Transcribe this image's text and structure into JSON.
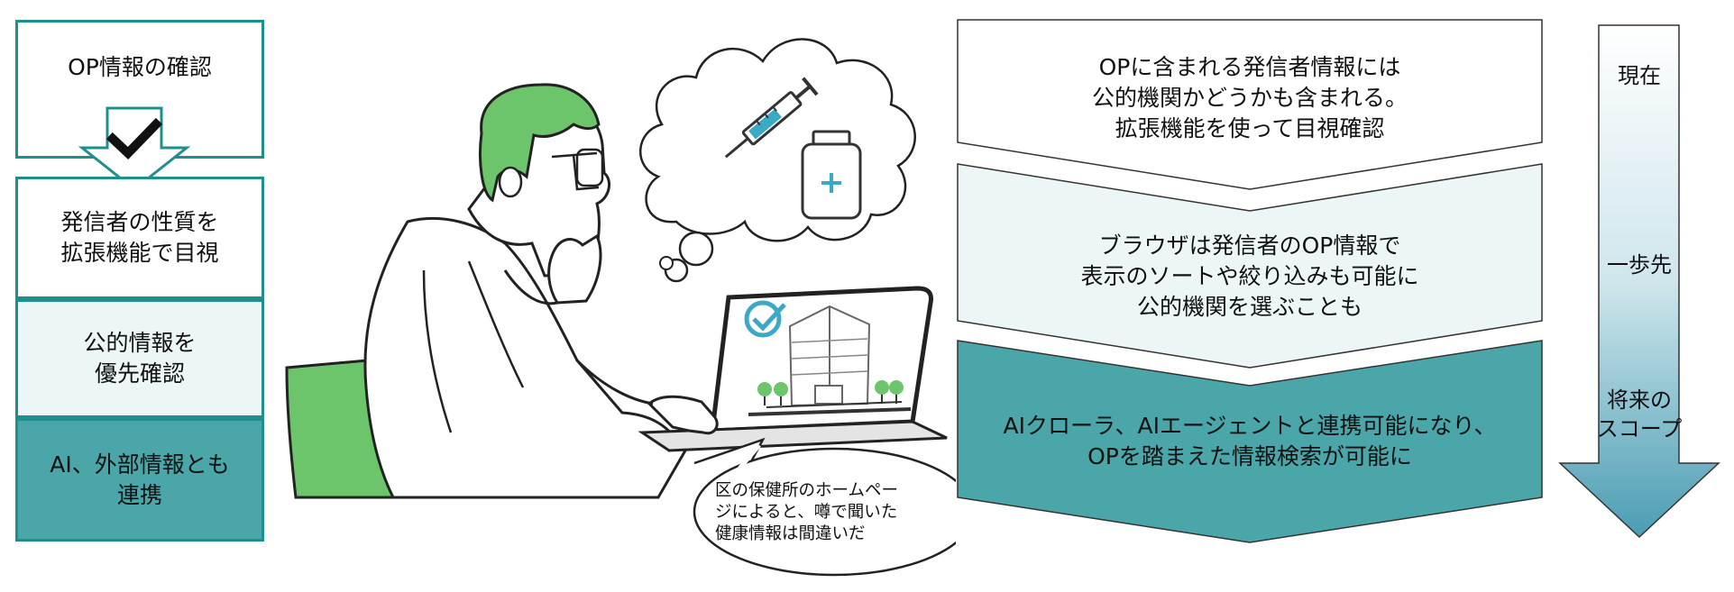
{
  "left_steps": [
    {
      "label": "OP情報の確認"
    },
    {
      "label": "発信者の性質を\n拡張機能で目視"
    },
    {
      "label": "公的情報を\n優先確認"
    },
    {
      "label": "AI、外部情報とも\n連携"
    }
  ],
  "speech_bubble": {
    "text": "区の保健所のホームペー\nジによると、噂で聞いた\n健康情報は間違いだ"
  },
  "stages": [
    {
      "text": "OPに含まれる発信者情報には\n公的機関かどうかも含まれる。\n拡張機能を使って目視確認",
      "fill": "#ffffff"
    },
    {
      "text": "ブラウザは発信者のOP情報で\n表示のソートや絞り込みも可能に\n公的機関を選ぶことも",
      "fill": "#edf6f7"
    },
    {
      "text": "AIクローラ、AIエージェントと連携可能になり、\nOPを踏まえた情報検索が可能に",
      "fill": "#4aa6a8"
    }
  ],
  "timeline": {
    "labels": [
      "現在",
      "一歩先",
      "将来の\nスコープ"
    ],
    "gradient_top": "#ffffff",
    "gradient_bottom": "#4a9db3"
  },
  "colors": {
    "teal_border": "#1e8f8c",
    "teal_fill": "#4aa6a8",
    "light_fill": "#edf6f7",
    "person_hair": "#6cc46b",
    "chair": "#6cc46b",
    "accent_cyan": "#3aa9c6"
  },
  "icons": [
    "checkmark-icon",
    "syringe-icon",
    "vaccine-vial-icon",
    "verified-badge-icon",
    "office-building-icon",
    "tree-icon"
  ]
}
